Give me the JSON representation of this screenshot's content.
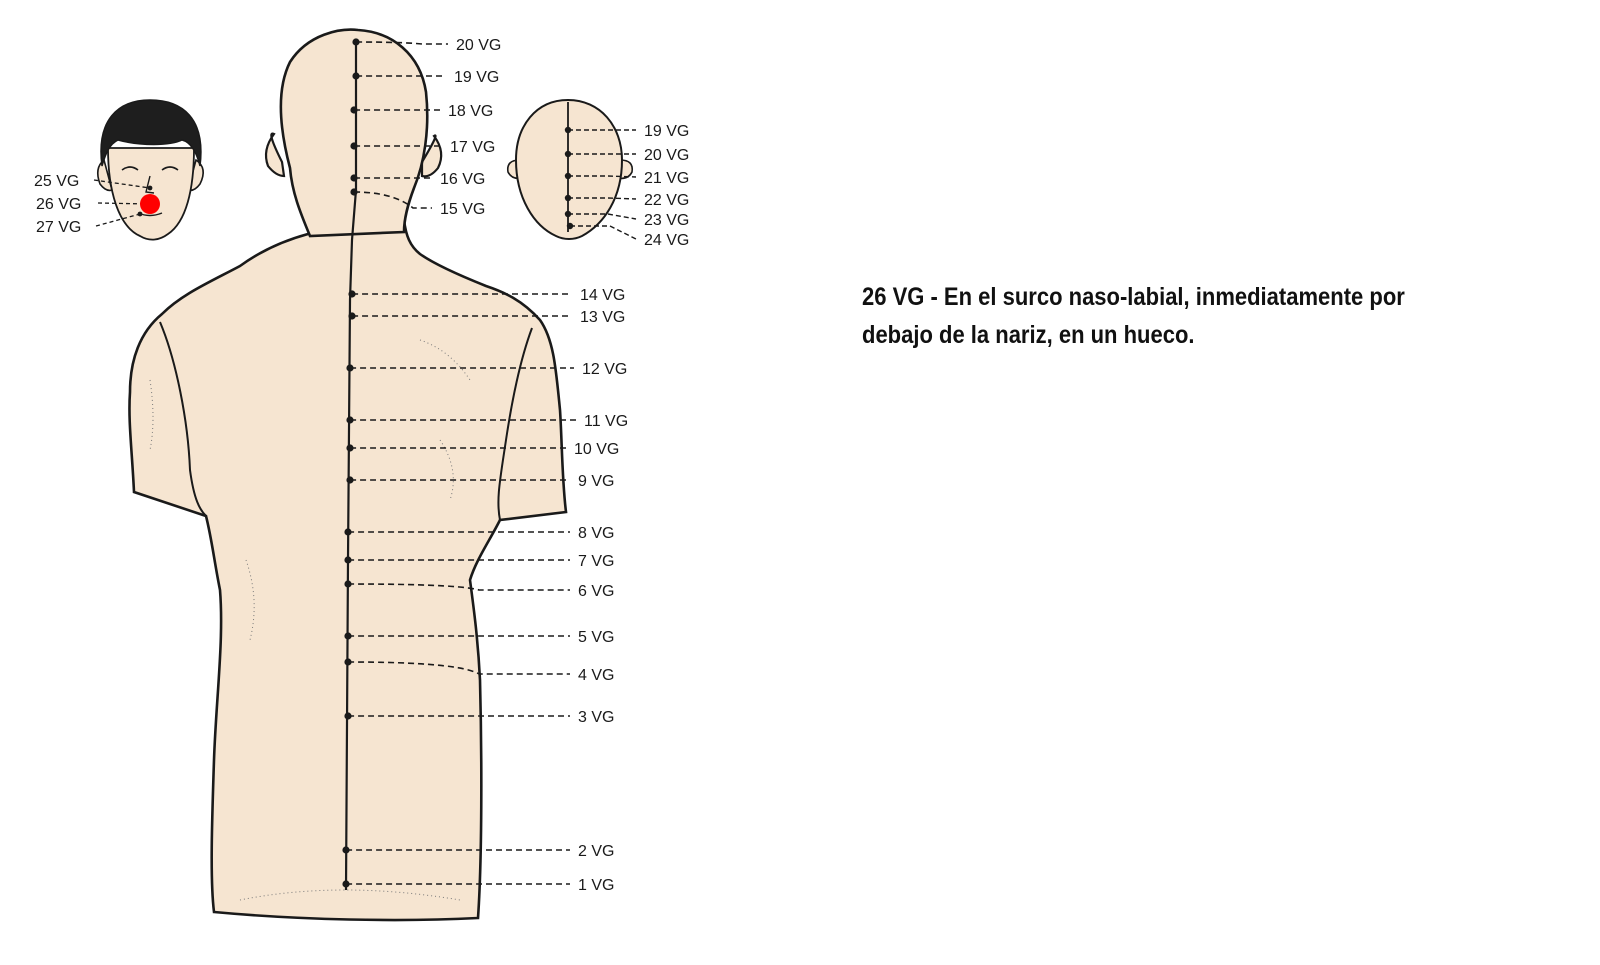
{
  "colors": {
    "skin": "#f6e5d1",
    "outline": "#1a1a1a",
    "hair": "#1e1e1e",
    "highlight": "#ff0000"
  },
  "description": {
    "text": "26 VG - En el surco naso-labial, inmediatamente por debajo de la nariz, en un hueco."
  },
  "highlighted_point": "26 VG",
  "face_points": [
    {
      "id": "25",
      "label": "25 VG"
    },
    {
      "id": "26",
      "label": "26 VG"
    },
    {
      "id": "27",
      "label": "27 VG"
    }
  ],
  "head_top_points": [
    {
      "id": "19",
      "label": "19 VG"
    },
    {
      "id": "20",
      "label": "20 VG"
    },
    {
      "id": "21",
      "label": "21 VG"
    },
    {
      "id": "22",
      "label": "22 VG"
    },
    {
      "id": "23",
      "label": "23 VG"
    },
    {
      "id": "24",
      "label": "24 VG"
    }
  ],
  "back_points": [
    {
      "id": "20",
      "label": "20 VG"
    },
    {
      "id": "19",
      "label": "19 VG"
    },
    {
      "id": "18",
      "label": "18 VG"
    },
    {
      "id": "17",
      "label": "17 VG"
    },
    {
      "id": "16",
      "label": "16 VG"
    },
    {
      "id": "15",
      "label": "15 VG"
    },
    {
      "id": "14",
      "label": "14 VG"
    },
    {
      "id": "13",
      "label": "13 VG"
    },
    {
      "id": "12",
      "label": "12 VG"
    },
    {
      "id": "11",
      "label": "11 VG"
    },
    {
      "id": "10",
      "label": "10 VG"
    },
    {
      "id": "9",
      "label": "9 VG"
    },
    {
      "id": "8",
      "label": "8 VG"
    },
    {
      "id": "7",
      "label": "7 VG"
    },
    {
      "id": "6",
      "label": "6 VG"
    },
    {
      "id": "5",
      "label": "5 VG"
    },
    {
      "id": "4",
      "label": "4 VG"
    },
    {
      "id": "3",
      "label": "3 VG"
    },
    {
      "id": "2",
      "label": "2 VG"
    },
    {
      "id": "1",
      "label": "1 VG"
    }
  ]
}
